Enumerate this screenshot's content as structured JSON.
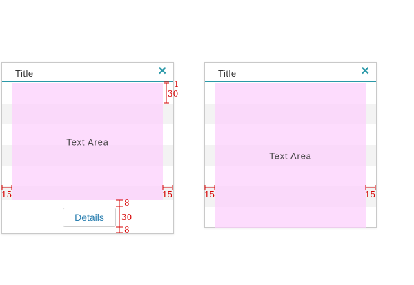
{
  "dialogs": [
    {
      "title": "Title",
      "close_glyph": "✕",
      "text_area_label": "Text Area",
      "details_label": "Details",
      "dimensions": {
        "header_line": "1",
        "row_height": "30",
        "left_padding": "15",
        "right_padding": "15",
        "button_top_gap": "8",
        "button_height": "30",
        "button_bottom_gap": "8"
      }
    },
    {
      "title": "Title",
      "close_glyph": "✕",
      "text_area_label": "Text Area",
      "dimensions": {
        "left_padding": "15",
        "right_padding": "15"
      }
    }
  ],
  "colors": {
    "accent": "#2a98a8",
    "text_area": "#fccdfc",
    "dimension": "#d60000",
    "stripe": "#f3f3f3"
  }
}
